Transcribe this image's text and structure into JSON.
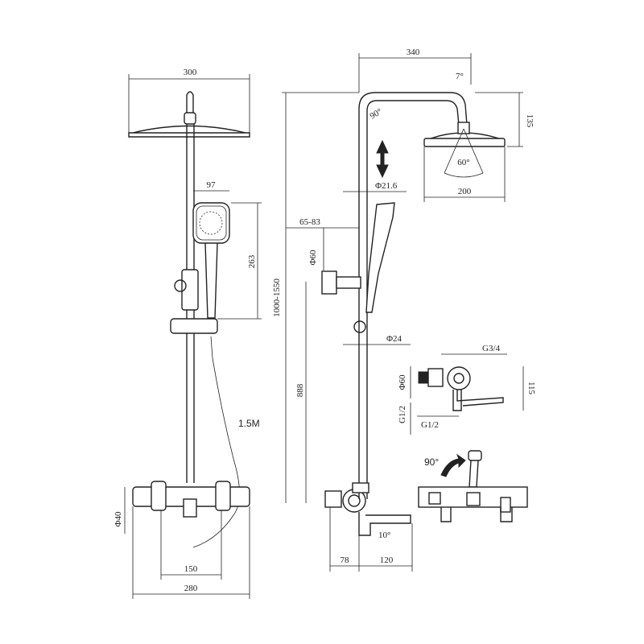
{
  "dimensions": {
    "front_overall_width": "300",
    "handshower_width": "97",
    "handshower_length": "263",
    "hose_length": "1.5M",
    "inlet_diameter": "Φ40",
    "inlet_spacing": "150",
    "body_width": "280",
    "top_arm_length": "340",
    "arm_tilt": "7°",
    "arm_bend": "90°",
    "head_height": "135",
    "spray_angle": "60°",
    "head_diameter": "200",
    "pipe_diameter_upper": "Φ21.6",
    "holder_range": "65-83",
    "holder_diameter": "Φ60",
    "total_height": "1000-1550",
    "pipe_diameter_lower": "Φ24",
    "outlet_height": "888",
    "spout_angle": "10°",
    "wall_offset": "78",
    "spout_length": "120",
    "connector_g34": "G3/4",
    "connector_phi60": "Φ60",
    "connector_g12_vertical": "G1/2",
    "connector_g12_horizontal": "G1/2",
    "connector_height": "115",
    "handle_rotation": "90°"
  }
}
